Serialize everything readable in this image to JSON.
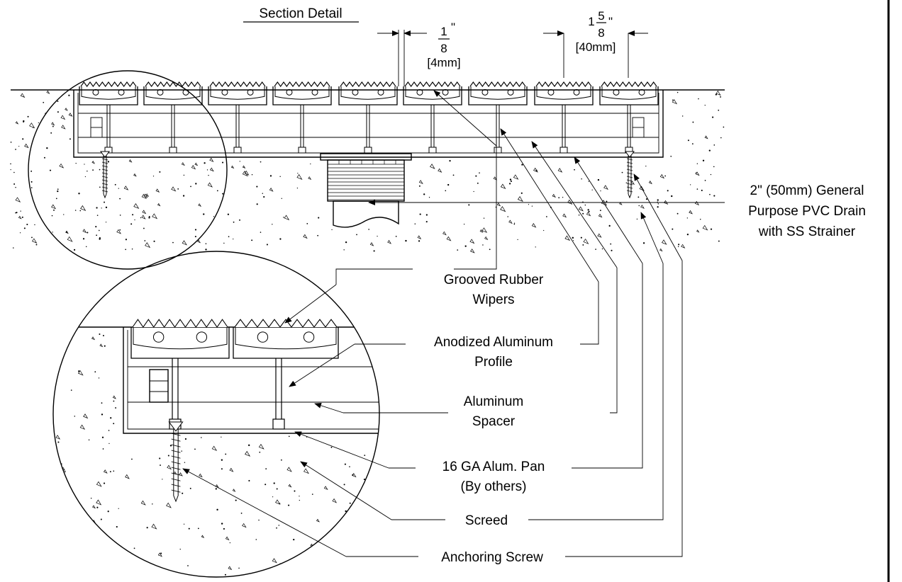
{
  "title": "Section Detail",
  "dimensions": {
    "gap": {
      "numerator": "1",
      "denominator": "8",
      "unit": "\"",
      "metric": "[4mm]"
    },
    "pitch": {
      "whole": "1",
      "numerator": "5",
      "denominator": "8",
      "unit": "\"",
      "metric": "[40mm]"
    }
  },
  "drain_callout": {
    "line1": "2\" (50mm) General",
    "line2": "Purpose PVC Drain",
    "line3": "with SS Strainer"
  },
  "callouts": [
    {
      "line1": "Grooved Rubber",
      "line2": "Wipers"
    },
    {
      "line1": "Anodized Aluminum",
      "line2": "Profile"
    },
    {
      "line1": "Aluminum",
      "line2": "Spacer"
    },
    {
      "line1": "16 GA Alum. Pan",
      "line2": "(By others)"
    },
    {
      "line1": "Screed",
      "line2": ""
    },
    {
      "line1": "Anchoring Screw",
      "line2": ""
    }
  ]
}
